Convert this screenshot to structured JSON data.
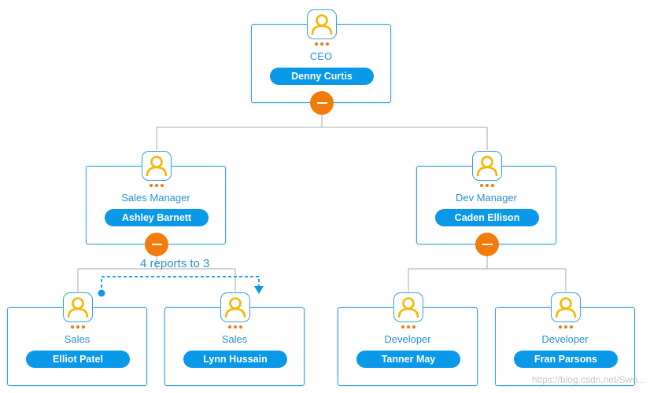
{
  "nodes": [
    {
      "id": "ceo",
      "title": "CEO",
      "name": "Denny Curtis",
      "collapsible": true
    },
    {
      "id": "sales-manager",
      "title": "Sales Manager",
      "name": "Ashley Barnett",
      "collapsible": true
    },
    {
      "id": "dev-manager",
      "title": "Dev Manager",
      "name": "Caden Ellison",
      "collapsible": true
    },
    {
      "id": "sales-1",
      "title": "Sales",
      "name": "Elliot Patel",
      "collapsible": false
    },
    {
      "id": "sales-2",
      "title": "Sales",
      "name": "Lynn Hussain",
      "collapsible": false
    },
    {
      "id": "dev-1",
      "title": "Developer",
      "name": "Tanner May",
      "collapsible": false
    },
    {
      "id": "dev-2",
      "title": "Developer",
      "name": "Fran Parsons",
      "collapsible": false
    }
  ],
  "edges": [
    {
      "from": "ceo",
      "to": "sales-manager"
    },
    {
      "from": "ceo",
      "to": "dev-manager"
    },
    {
      "from": "sales-manager",
      "to": "sales-1"
    },
    {
      "from": "sales-manager",
      "to": "sales-2"
    },
    {
      "from": "dev-manager",
      "to": "dev-1"
    },
    {
      "from": "dev-manager",
      "to": "dev-2"
    }
  ],
  "dotted_link": {
    "from": "sales-1",
    "to": "sales-2",
    "label": "4 reports to 3"
  },
  "watermark": "https://blog.csdn.net/Swn...",
  "colors": {
    "card_border": "#3c9fd9",
    "title_text": "#2b8fd1",
    "name_pill": "#0a98e8",
    "toggle": "#f27b0c",
    "avatar_icon": "#f5b700",
    "dots": "#f0790d",
    "connector": "#aaaaaa",
    "dotted_link": "#0a98e8"
  },
  "icons": {
    "avatar": "person-icon",
    "toggle": "minus-icon"
  }
}
